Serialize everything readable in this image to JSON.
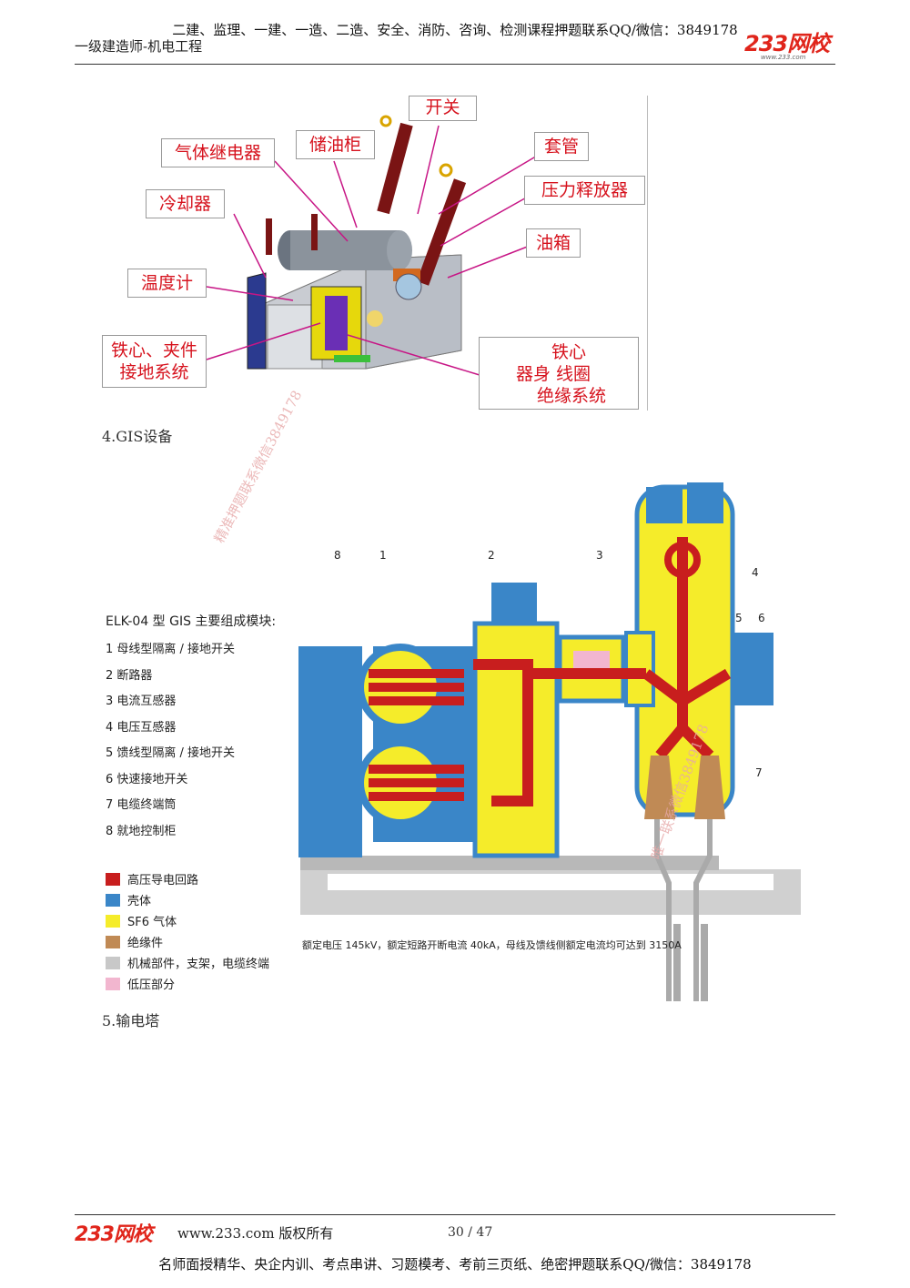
{
  "header": {
    "banner": "二建、监理、一建、一造、二造、安全、消防、咨询、检测课程押题联系QQ/微信：3849178",
    "subtitle": "一级建造师-机电工程",
    "logo_text": "233网校",
    "logo_url": "www.233.com"
  },
  "transformer_figure": {
    "labels": {
      "switch": "开关",
      "gas_relay": "气体继电器",
      "conservator": "储油柜",
      "bushing": "套管",
      "cooler": "冷却器",
      "pressure_relief": "压力释放器",
      "tank": "油箱",
      "thermometer": "温度计",
      "core_clamp_l1": "铁心、夹件",
      "core_clamp_l2": "接地系统",
      "body_core": "铁心",
      "body_l2": "器身  线圈",
      "body_l3": "绝缘系统"
    }
  },
  "section4_title": "4.GIS设备",
  "gis_figure": {
    "legend_title": "ELK-04 型 GIS 主要组成模块:",
    "modules": [
      "1 母线型隔离 / 接地开关",
      "2 断路器",
      "3 电流互感器",
      "4 电压互感器",
      "5 馈线型隔离 / 接地开关",
      "6 快速接地开关",
      "7 电缆终端筒",
      "8 就地控制柜"
    ],
    "color_legend": [
      {
        "label": "高压导电回路",
        "color": "#c81e1e"
      },
      {
        "label": "壳体",
        "color": "#3a86c8"
      },
      {
        "label": "SF6 气体",
        "color": "#f5ec2a"
      },
      {
        "label": "绝缘件",
        "color": "#c08a55"
      },
      {
        "label": "机械部件，支架，电缆终端",
        "color": "#c8c8c8"
      },
      {
        "label": "低压部分",
        "color": "#f2b6cf"
      }
    ],
    "callout_numbers": [
      "8",
      "1",
      "2",
      "3",
      "4",
      "5",
      "6",
      "7"
    ],
    "spec_note": "额定电压 145kV，额定短路开断电流 40kA，母线及馈线侧额定电流均可达到 3150A",
    "watermark_1": "精准押题联系微信3849178",
    "watermark_2": "唯一联系微信3849178"
  },
  "section5_title": "5.输电塔",
  "footer": {
    "logo_text": "233网校",
    "copyright": "www.233.com 版权所有",
    "page_indicator": "30 / 47",
    "banner": "名师面授精华、央企内训、考点串讲、习题模考、考前三页纸、绝密押题联系QQ/微信：3849178"
  }
}
